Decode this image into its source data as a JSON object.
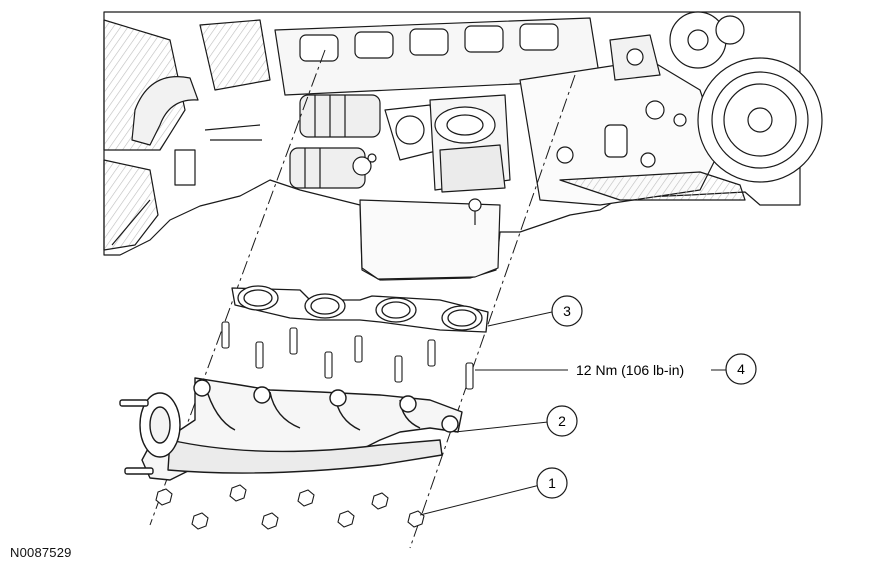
{
  "figure_id": "N0087529",
  "callouts": [
    {
      "number": "1"
    },
    {
      "number": "2"
    },
    {
      "number": "3"
    },
    {
      "number": "4",
      "spec": "12 Nm (106 lb-in)"
    }
  ],
  "colors": {
    "line": "#1a1a1a",
    "shade": "#cfcfcf",
    "background": "#ffffff"
  }
}
